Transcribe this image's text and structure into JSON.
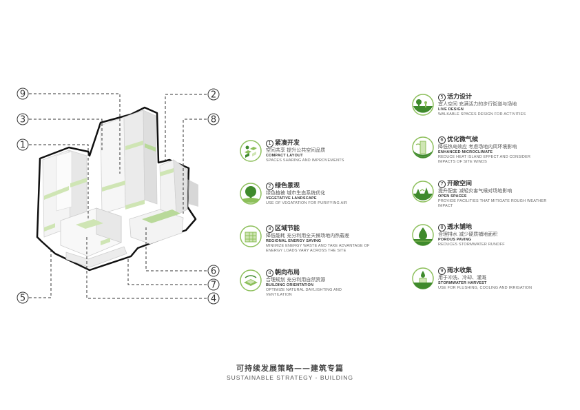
{
  "colors": {
    "green": "#8cbf5a",
    "light_green": "#cfe5b4",
    "dark_green": "#3f8a2c",
    "outline": "#111111"
  },
  "callouts": [
    {
      "id": "9",
      "label": "9"
    },
    {
      "id": "3",
      "label": "3"
    },
    {
      "id": "1",
      "label": "1"
    },
    {
      "id": "5",
      "label": "5"
    },
    {
      "id": "2",
      "label": "2"
    },
    {
      "id": "8",
      "label": "8"
    },
    {
      "id": "6",
      "label": "6"
    },
    {
      "id": "7",
      "label": "7"
    },
    {
      "id": "4",
      "label": "4"
    }
  ],
  "legend_left": [
    {
      "num": "1",
      "title_cn": "紧凑开发",
      "desc_cn": "空间共享  提升公共空间品质",
      "title_en": "COMPACT LAYOUT",
      "desc_en": "SPACES SHARING AND IMPROVEMENTS",
      "icon": "compact-layout-icon"
    },
    {
      "num": "2",
      "title_cn": "绿色景观",
      "desc_cn": "绿色植被  城市生态系统优化",
      "title_en": "VEGETATIVE LANDSCAPE",
      "desc_en": "USE OF VEGATATION FOR PURIFYING AIR",
      "icon": "tree-icon"
    },
    {
      "num": "3",
      "title_cn": "区域节能",
      "desc_cn": "降低能耗  充分利用全天候场地内热载差",
      "title_en": "REGIONAL ENERGY SAVING",
      "desc_en": "MINIMIZE ENERGY WASTE AND TAKE ADVANTAGE OF ENERGY LOADS VARY ACROSS THE SITE",
      "icon": "energy-saving-icon"
    },
    {
      "num": "4",
      "title_cn": "朝向布局",
      "desc_cn": "合理规划  充分利用自然资源",
      "title_en": "BUILDING ORIENTATION",
      "desc_en": "OPTIMIZE NATURAL DAYLIGHTING AND VENTILATION",
      "icon": "building-orientation-icon"
    }
  ],
  "legend_right": [
    {
      "num": "5",
      "title_cn": "活力设计",
      "desc_cn": "宜人空间  充满活力的步行街道与场地",
      "title_en": "LIVE DESIGN",
      "desc_en": "WALKABLE SPACES DESIGN FOR ACTIVITIES",
      "icon": "live-design-icon"
    },
    {
      "num": "6",
      "title_cn": "优化微气候",
      "desc_cn": "降低热岛效应  考虑场地内风环境影响",
      "title_en": "ENHANCED MICROCLIMATE",
      "desc_en": "REDUCE HEAT ISLAND EFFECT AND CONSIDER IMPACTS OF SITE WINDS",
      "icon": "microclimate-icon"
    },
    {
      "num": "7",
      "title_cn": "开敞空间",
      "desc_cn": "提升配套  减轻灾害气候对场地影响",
      "title_en": "OPEN SPACES",
      "desc_en": "PROVIDE FACILITIES THAT MITIGATE ROUGH WEATHER IMPACT",
      "icon": "open-spaces-icon"
    },
    {
      "num": "8",
      "title_cn": "透水铺地",
      "desc_cn": "合理排水  减少硬质铺地面积",
      "title_en": "POROUS PAVING",
      "desc_en": "REDUCES STORMWATER RUNOFF",
      "icon": "porous-paving-icon"
    },
    {
      "num": "9",
      "title_cn": "雨水收集",
      "desc_cn": "用于冲洗、冷却、灌溉",
      "title_en": "STORMWATER HARVEST",
      "desc_en": "USE FOR FLUSHING, COOLING AND IRRIGATION",
      "icon": "stormwater-icon"
    }
  ],
  "footer": {
    "title_cn": "可持续发展策略——建筑专篇",
    "title_en": "SUSTAINABLE STRATEGY - BUILDING"
  }
}
